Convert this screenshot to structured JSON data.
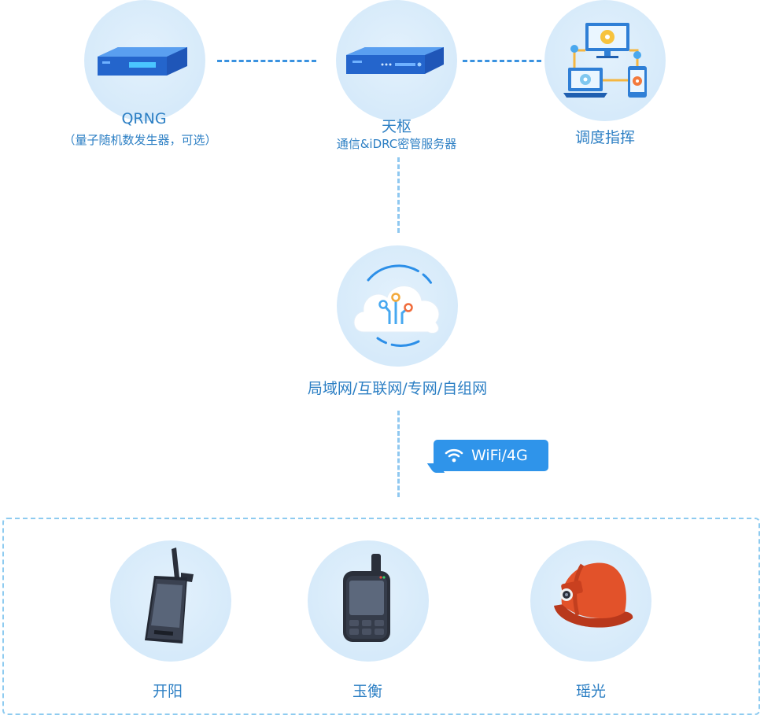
{
  "nodes": {
    "qrng": {
      "title": "QRNG",
      "subtitle": "（量子随机数发生器，可选）"
    },
    "tianshu": {
      "title": "天枢",
      "subtitle": "通信&iDRC密管服务器"
    },
    "dispatch": {
      "title": "调度指挥"
    },
    "network": {
      "title": "局域网/互联网/专网/自组网"
    },
    "kaiyang": {
      "title": "开阳"
    },
    "yuheng": {
      "title": "玉衡"
    },
    "yaoguang": {
      "title": "瑶光"
    }
  },
  "badge": {
    "label": "WiFi/4G",
    "icon": "wifi-icon"
  },
  "colors": {
    "primary_text": "#2c7fc4",
    "badge_bg": "#2f94ea",
    "dashed_link": "#3a92e0",
    "dashed_light": "#8fc8f0",
    "circle_bg": "#d6eafa"
  }
}
